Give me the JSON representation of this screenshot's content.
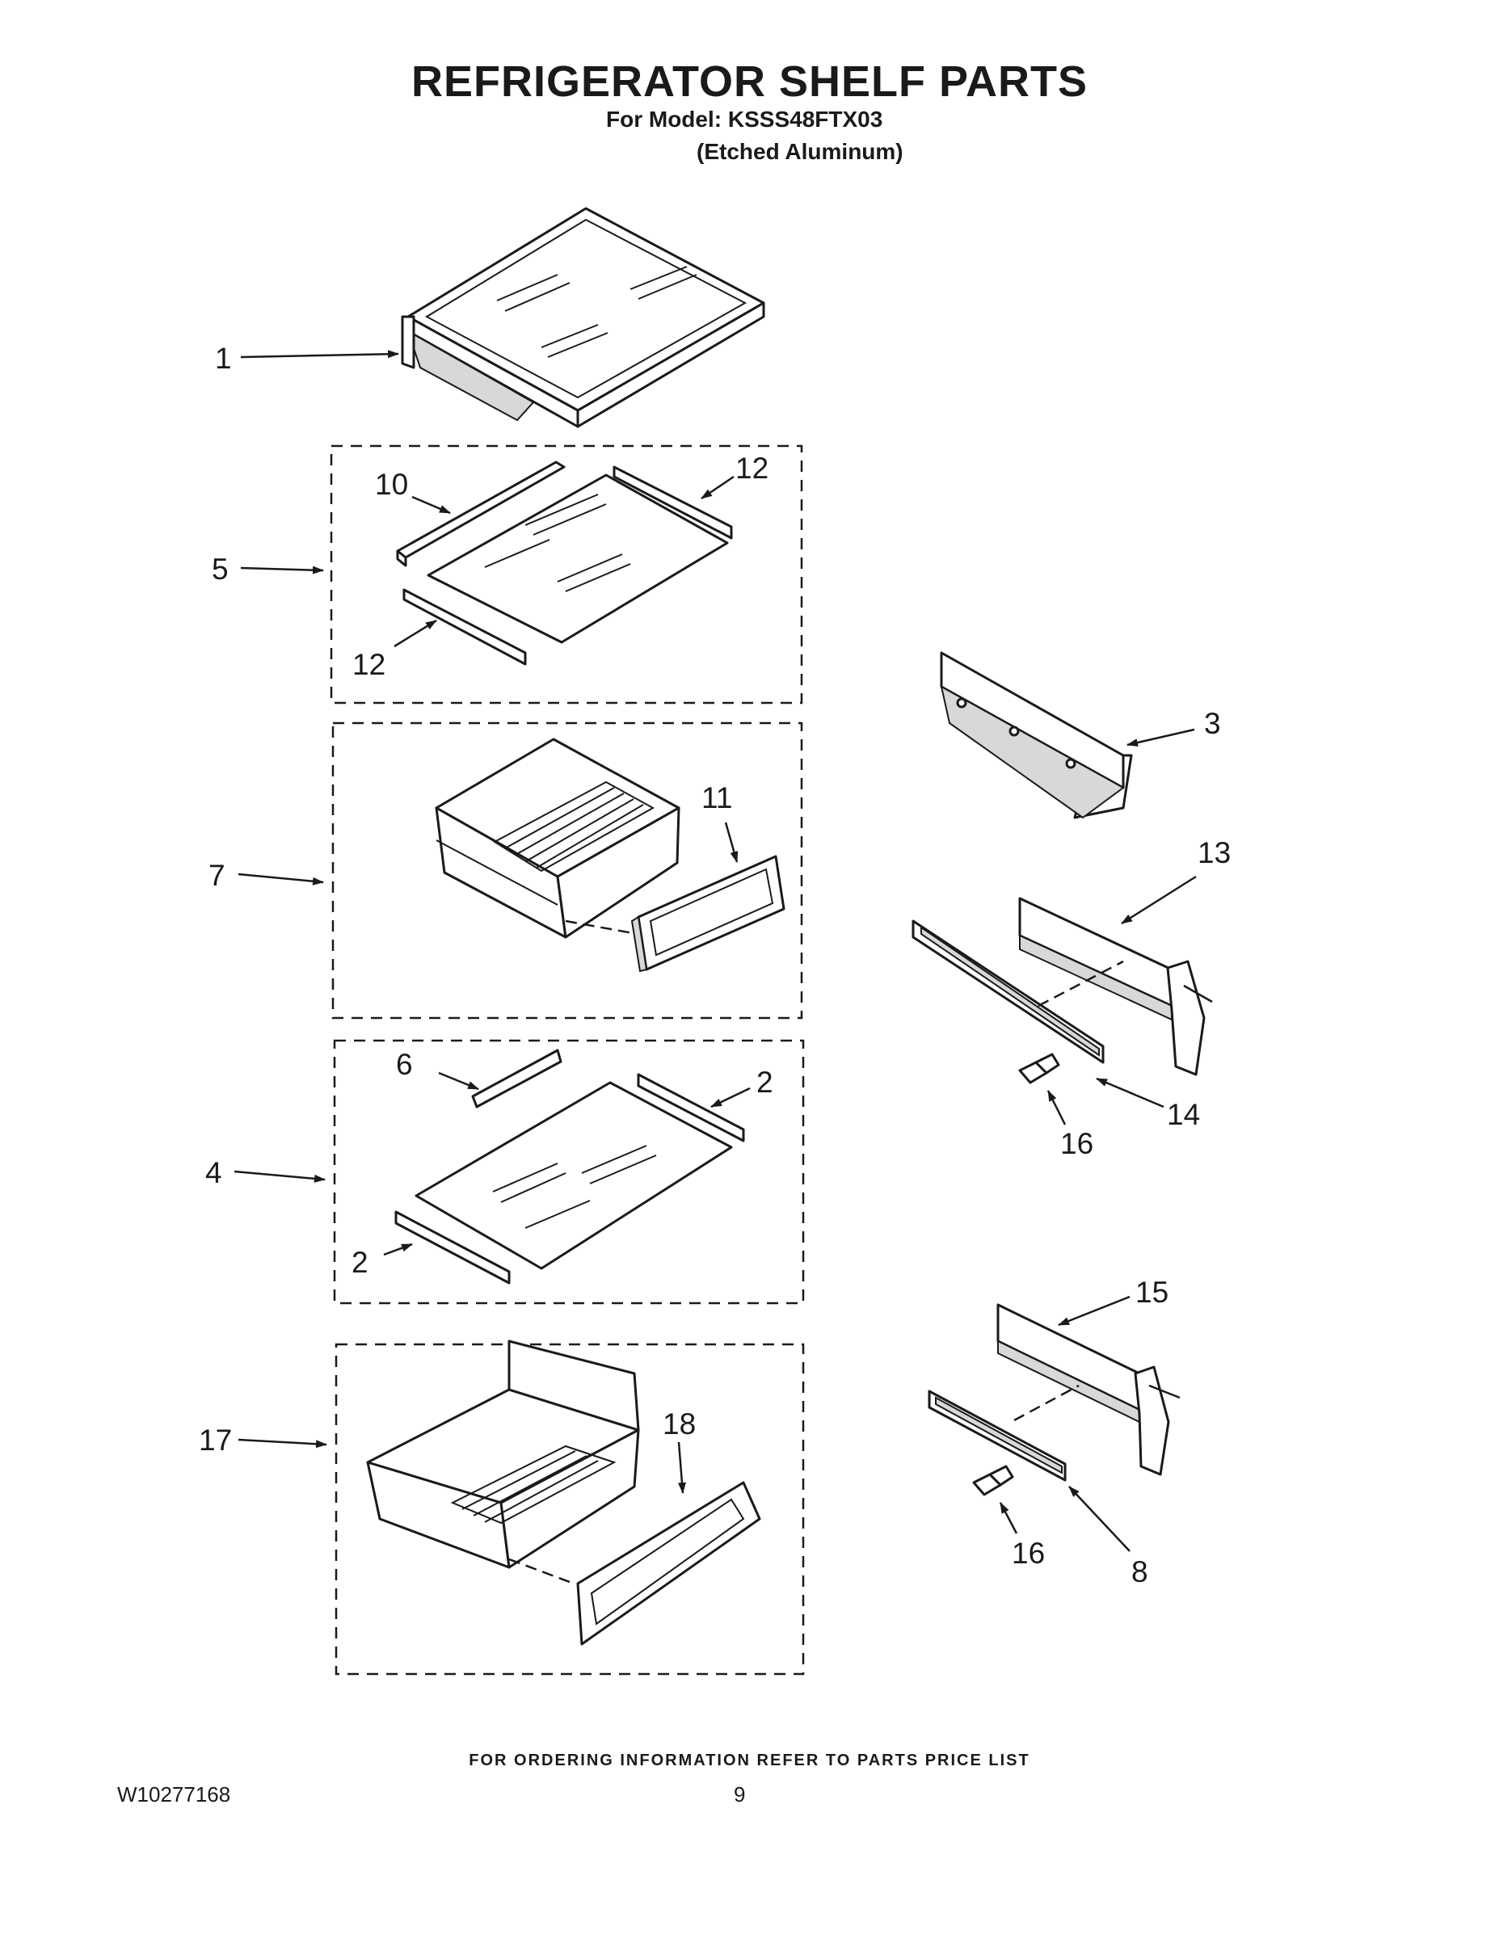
{
  "header": {
    "title": "REFRIGERATOR SHELF PARTS",
    "model_line": "For Model: KSSS48FTX03",
    "finish_line": "(Etched Aluminum)"
  },
  "footer": {
    "ordering_info": "FOR ORDERING INFORMATION REFER TO PARTS PRICE LIST",
    "document_number": "W10277168",
    "page_number": "9"
  },
  "callouts": [
    "1",
    "5",
    "10",
    "12",
    "12",
    "3",
    "7",
    "11",
    "13",
    "14",
    "16",
    "6",
    "2",
    "4",
    "2",
    "17",
    "18",
    "15",
    "16",
    "8"
  ]
}
